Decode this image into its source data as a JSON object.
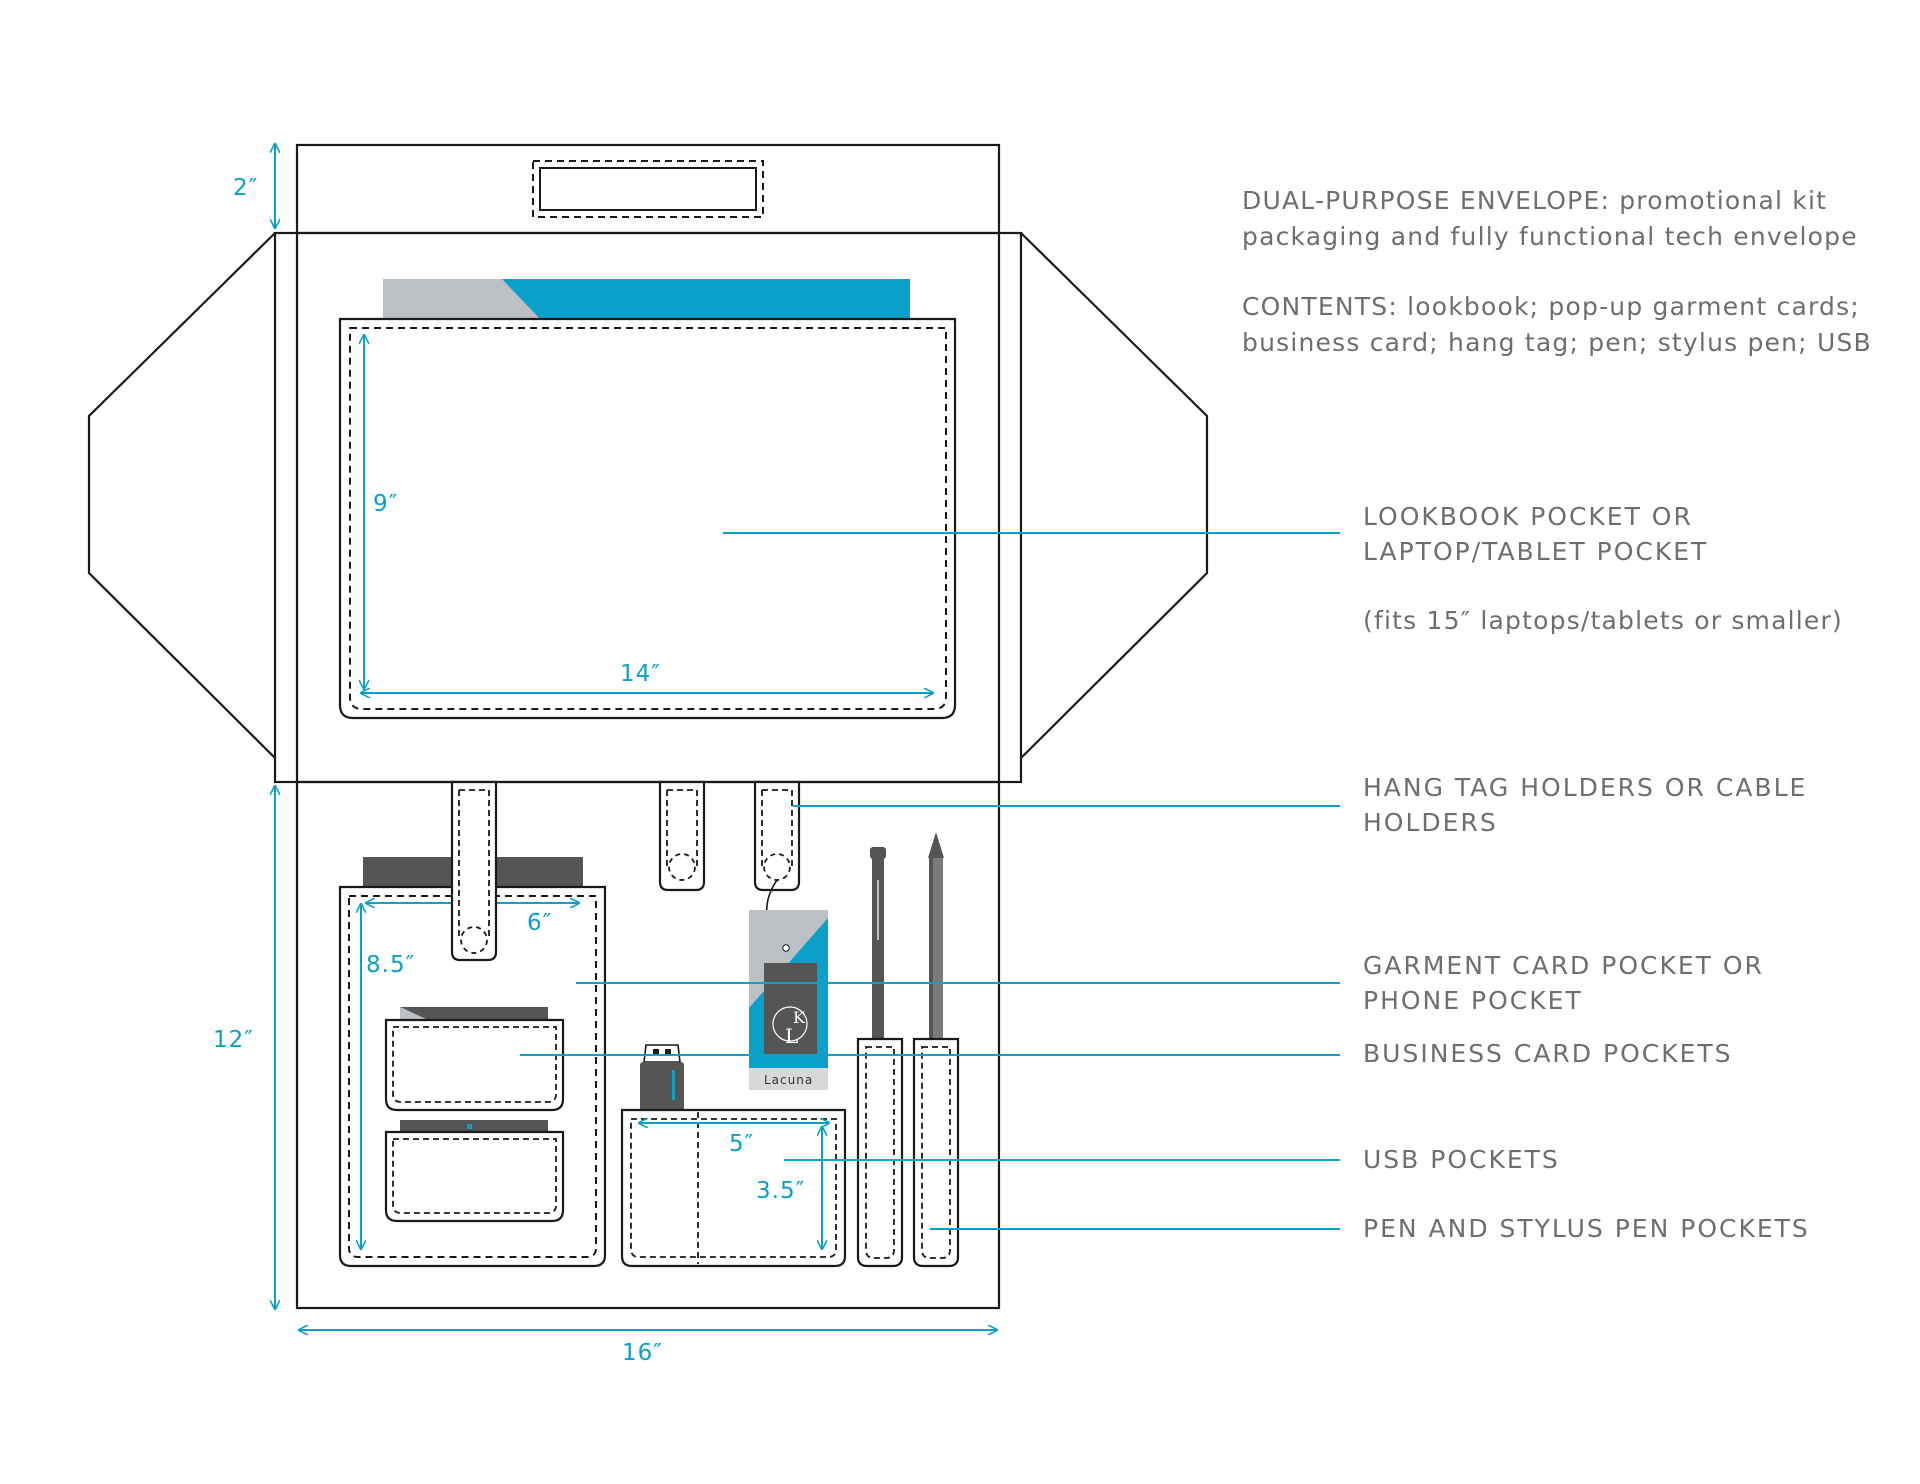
{
  "colors": {
    "accent": "#0aa0c9",
    "outline": "#1a1a1a",
    "gray_light": "#bcc0c4",
    "gray_dark": "#555555",
    "text_gray": "#6d6e71"
  },
  "description": {
    "line1": "DUAL-PURPOSE ENVELOPE: promotional kit",
    "line2": "packaging and fully functional tech envelope",
    "contents1": "CONTENTS: lookbook; pop-up garment cards;",
    "contents2": "business card; hang tag; pen; stylus pen; USB"
  },
  "callouts": {
    "lookbook": {
      "line1": "LOOKBOOK POCKET OR",
      "line2": "LAPTOP/TABLET POCKET",
      "note": "(fits 15″ laptops/tablets or smaller)"
    },
    "hang_tag": {
      "line1": "HANG TAG HOLDERS OR CABLE",
      "line2": "HOLDERS"
    },
    "garment": {
      "line1": "GARMENT CARD POCKET OR",
      "line2": "PHONE POCKET"
    },
    "business": {
      "line1": "BUSINESS CARD POCKETS"
    },
    "usb": {
      "line1": "USB POCKETS"
    },
    "pen": {
      "line1": "PEN AND STYLUS PEN POCKETS"
    }
  },
  "dimensions": {
    "flap_height": "2″",
    "lookbook_height": "9″",
    "lookbook_width": "14″",
    "bottom_height": "12″",
    "total_width": "16″",
    "garment_width": "6″",
    "garment_height": "8.5″",
    "usb_width": "5″",
    "usb_height": "3.5″"
  },
  "hang_tag": {
    "brand": "Lacuna",
    "logo_top": "K",
    "logo_bottom": "L"
  }
}
